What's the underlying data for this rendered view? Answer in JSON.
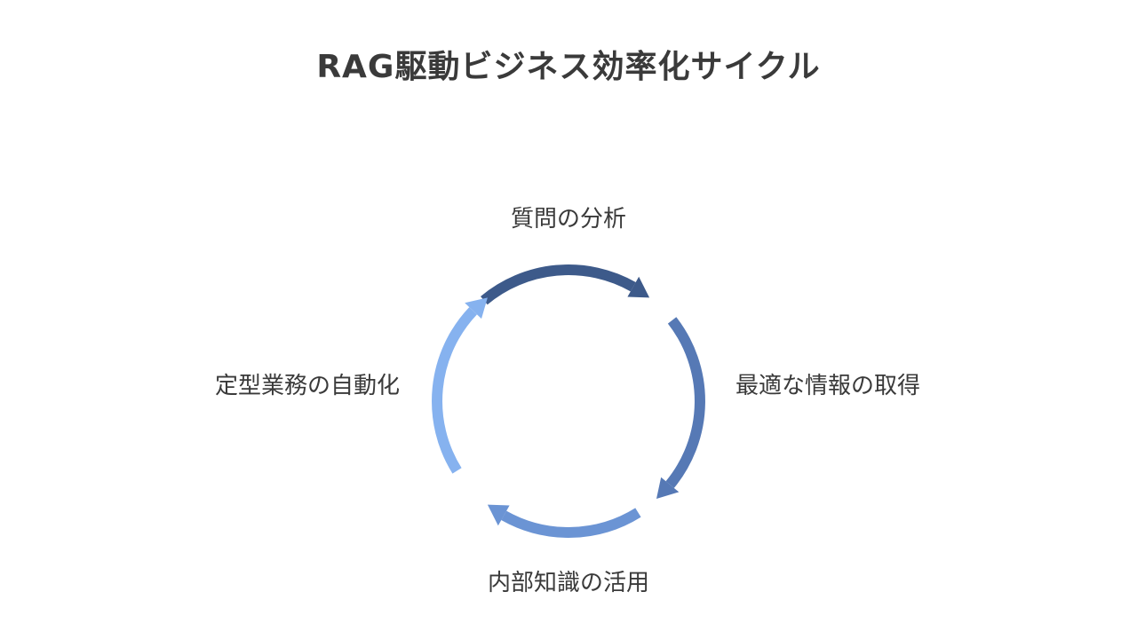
{
  "title": "RAG駆動ビジネス効率化サイクル",
  "steps": [
    {
      "label": "質問の分析",
      "color": "#3d5a8a"
    },
    {
      "label": "最適な情報の取得",
      "color": "#5679b5"
    },
    {
      "label": "内部知識の活用",
      "color": "#6b94d4"
    },
    {
      "label": "定型業務の自動化",
      "color": "#86b2ef"
    }
  ]
}
